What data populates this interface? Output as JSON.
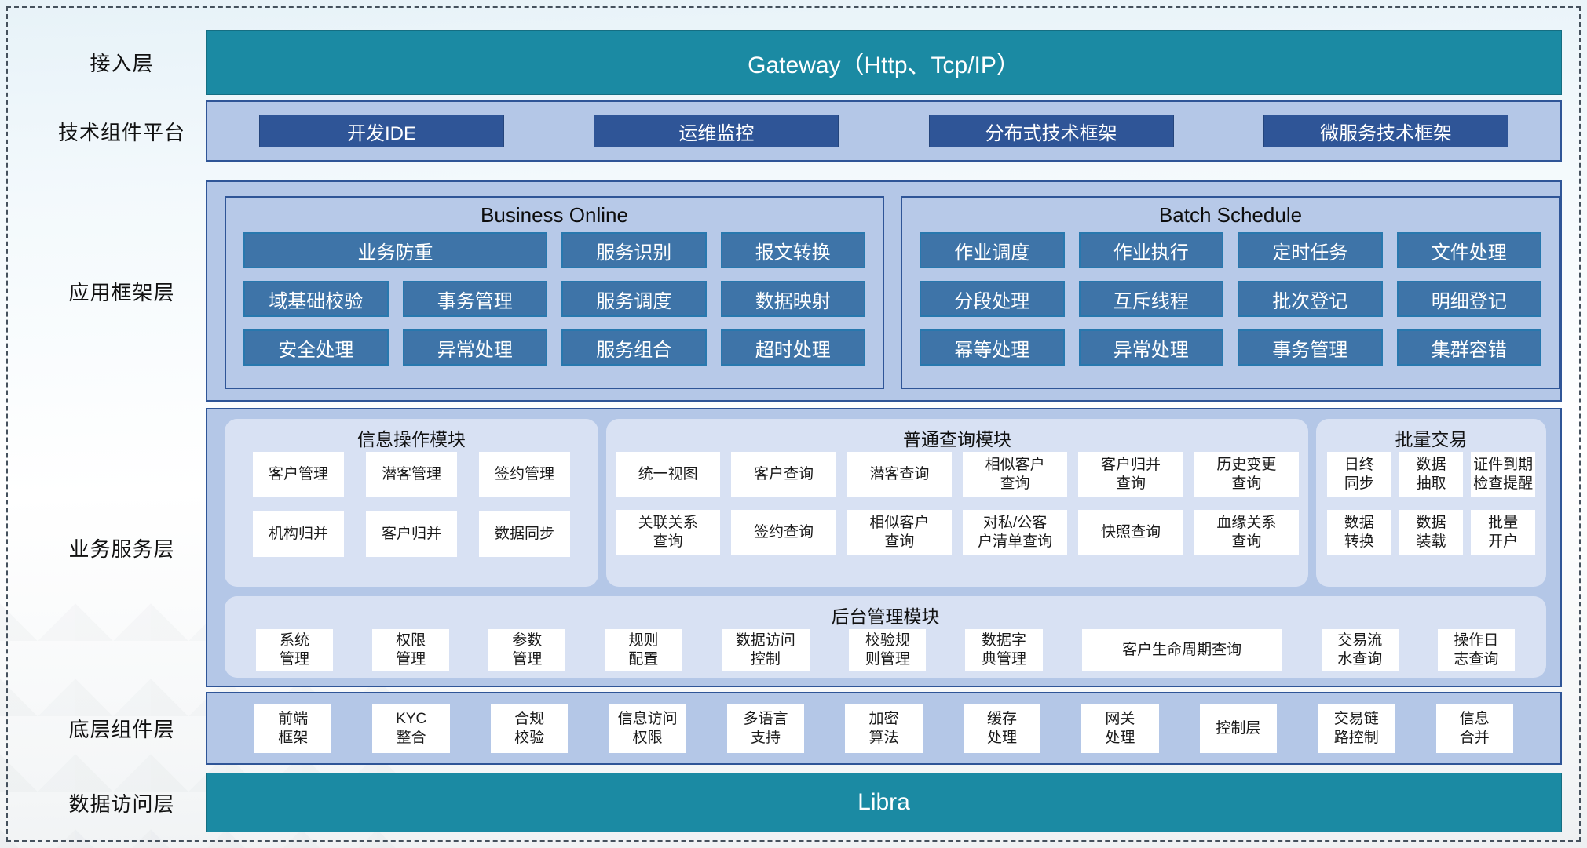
{
  "left_labels": [
    {
      "label": "接入层"
    },
    {
      "label": "技术组件平台"
    },
    {
      "label": "应用框架层"
    },
    {
      "label": "业务服务层"
    },
    {
      "label": "底层组件层"
    },
    {
      "label": "数据访问层"
    }
  ],
  "gateway": {
    "text": "Gateway（Http、Tcp/IP）"
  },
  "tech_platform": {
    "items": [
      "开发IDE",
      "运维监控",
      "分布式技术框架",
      "微服务技术框架"
    ]
  },
  "app_framework": {
    "business_online": {
      "title": "Business Online",
      "items": [
        {
          "label": "业务防重",
          "span": 2
        },
        "服务识别",
        "报文转换",
        "域基础校验",
        "事务管理",
        "服务调度",
        "数据映射",
        "安全处理",
        "异常处理",
        "服务组合",
        "超时处理"
      ]
    },
    "batch_schedule": {
      "title": "Batch Schedule",
      "items": [
        "作业调度",
        "作业执行",
        "定时任务",
        "文件处理",
        "分段处理",
        "互斥线程",
        "批次登记",
        "明细登记",
        "幂等处理",
        "异常处理",
        "事务管理",
        "集群容错"
      ]
    }
  },
  "business_service": {
    "info_module": {
      "title": "信息操作模块",
      "items": [
        "客户管理",
        "潜客管理",
        "签约管理",
        "机构归并",
        "客户归并",
        "数据同步"
      ]
    },
    "query_module": {
      "title": "普通查询模块",
      "items": [
        "统一视图",
        "客户查询",
        "潜客查询",
        "相似客户\n查询",
        "客户归并\n查询",
        "历史变更\n查询",
        "关联关系\n查询",
        "签约查询",
        "相似客户\n查询",
        "对私/公客\n户清单查询",
        "快照查询",
        "血缘关系\n查询"
      ]
    },
    "batch_trade": {
      "title": "批量交易",
      "items": [
        "日终\n同步",
        "数据\n抽取",
        "证件到期\n检查提醒",
        "数据\n转换",
        "数据\n装载",
        "批量\n开户"
      ]
    },
    "admin_module": {
      "title": "后台管理模块",
      "items": [
        "系统\n管理",
        "权限\n管理",
        "参数\n管理",
        "规则\n配置",
        "数据访问\n控制",
        "校验规\n则管理",
        "数据字\n典管理",
        {
          "label": "客户生命周期查询"
        },
        "交易流\n水查询",
        "操作日\n志查询"
      ]
    }
  },
  "base_components": {
    "items": [
      "前端\n框架",
      "KYC\n整合",
      "合规\n校验",
      "信息访问\n权限",
      "多语言\n支持",
      "加密\n算法",
      "缓存\n处理",
      "网关\n处理",
      "控制层",
      "交易链\n路控制",
      "信息\n合并"
    ]
  },
  "data_access": {
    "text": "Libra"
  }
}
